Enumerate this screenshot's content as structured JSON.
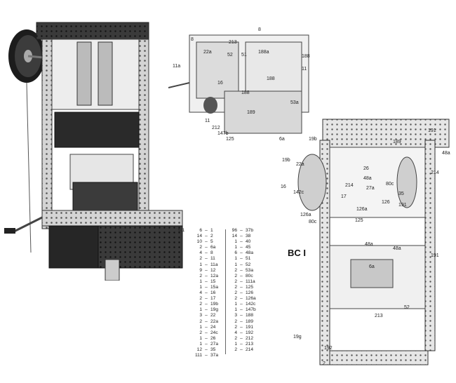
{
  "figure_label": "BC I",
  "parts_list": {
    "set_code": "5.1",
    "columns": [
      [
        {
          "qty": "6",
          "part": "1"
        },
        {
          "qty": "14",
          "part": "2"
        },
        {
          "qty": "10",
          "part": "5"
        },
        {
          "qty": "2",
          "part": "6a"
        },
        {
          "qty": "4",
          "part": "8"
        },
        {
          "qty": "2",
          "part": "11"
        },
        {
          "qty": "1",
          "part": "11a"
        },
        {
          "qty": "9",
          "part": "12"
        },
        {
          "qty": "2",
          "part": "12a"
        },
        {
          "qty": "1",
          "part": "15"
        },
        {
          "qty": "1",
          "part": "15a"
        },
        {
          "qty": "4",
          "part": "16"
        },
        {
          "qty": "2",
          "part": "17"
        },
        {
          "qty": "2",
          "part": "19b"
        },
        {
          "qty": "1",
          "part": "19g"
        },
        {
          "qty": "3",
          "part": "22"
        },
        {
          "qty": "2",
          "part": "22a"
        },
        {
          "qty": "1",
          "part": "24"
        },
        {
          "qty": "2",
          "part": "24c"
        },
        {
          "qty": "1",
          "part": "26"
        },
        {
          "qty": "1",
          "part": "27a"
        },
        {
          "qty": "12",
          "part": "35"
        },
        {
          "qty": "111",
          "part": "37a"
        }
      ],
      [
        {
          "qty": "96",
          "part": "37b"
        },
        {
          "qty": "14",
          "part": "38"
        },
        {
          "qty": "1",
          "part": "40"
        },
        {
          "qty": "1",
          "part": "45"
        },
        {
          "qty": "6",
          "part": "48a"
        },
        {
          "qty": "1",
          "part": "51"
        },
        {
          "qty": "1",
          "part": "52"
        },
        {
          "qty": "2",
          "part": "53a"
        },
        {
          "qty": "2",
          "part": "80c"
        },
        {
          "qty": "2",
          "part": "111a"
        },
        {
          "qty": "2",
          "part": "125"
        },
        {
          "qty": "2",
          "part": "126"
        },
        {
          "qty": "2",
          "part": "126a"
        },
        {
          "qty": "1",
          "part": "142c"
        },
        {
          "qty": "1",
          "part": "147b"
        },
        {
          "qty": "3",
          "part": "188"
        },
        {
          "qty": "2",
          "part": "189"
        },
        {
          "qty": "2",
          "part": "191"
        },
        {
          "qty": "4",
          "part": "192"
        },
        {
          "qty": "2",
          "part": "212"
        },
        {
          "qty": "1",
          "part": "213"
        },
        {
          "qty": "2",
          "part": "214"
        }
      ]
    ]
  },
  "detail_top_labels": [
    "8",
    "213",
    "8",
    "22a",
    "52",
    "51",
    "188a",
    "188",
    "188",
    "11",
    "11a",
    "16",
    "188",
    "189",
    "53a",
    "11",
    "212",
    "147b",
    "125",
    "6a"
  ],
  "detail_right_labels": [
    "19b",
    "22a",
    "191",
    "189",
    "48a",
    "19b",
    "26",
    "214",
    "16",
    "142c",
    "48a",
    "27a",
    "17",
    "214",
    "80c",
    "126",
    "35",
    "191",
    "126a",
    "126a",
    "80c",
    "125",
    "48a",
    "48a",
    "191",
    "6a",
    "52",
    "213",
    "19g",
    "192",
    "2"
  ]
}
